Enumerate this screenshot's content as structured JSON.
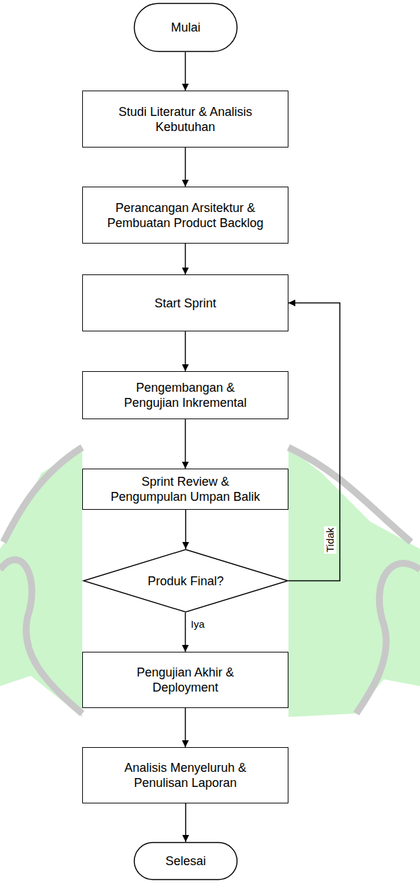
{
  "diagram": {
    "nodes": [
      {
        "text": [
          "Mulai"
        ]
      },
      {
        "text": [
          "Studi Literatur & Analisis Kebutuhan"
        ]
      },
      {
        "text": [
          "Perancangan Arsitektur & Pembuatan Product Backlog"
        ]
      },
      {
        "text": [
          "Start Sprint"
        ]
      },
      {
        "text": [
          "Pengembangan & Pengujian Inkremental"
        ]
      },
      {
        "text": [
          "Sprint Review & Pengumpulan Umpan Balik"
        ]
      },
      {
        "text": [
          "Produk Final?"
        ]
      },
      {
        "text": [
          "Pengujian Akhir & Deployment"
        ]
      },
      {
        "text": [
          "Analisis Menyeluruh & Penulisan Laporan"
        ]
      },
      {
        "text": [
          "Selesai"
        ]
      }
    ],
    "edges": [
      {
        "from": 0,
        "to": 1,
        "arrow": "to"
      },
      {
        "from": 1,
        "to": 2,
        "arrow": "to"
      },
      {
        "from": 2,
        "to": 3,
        "arrow": "to"
      },
      {
        "from": 3,
        "to": 4,
        "arrow": "to"
      },
      {
        "from": 4,
        "to": 5,
        "arrow": "to"
      },
      {
        "from": 5,
        "to": 6,
        "arrow": "to"
      },
      {
        "from": 6,
        "to": 3,
        "label": "Tidak",
        "arrow": "to"
      },
      {
        "from": 6,
        "to": 7,
        "label": "Iya",
        "arrow": "to"
      },
      {
        "from": 7,
        "to": 8,
        "arrow": "to"
      },
      {
        "from": 8,
        "to": 9,
        "arrow": "to"
      }
    ]
  }
}
